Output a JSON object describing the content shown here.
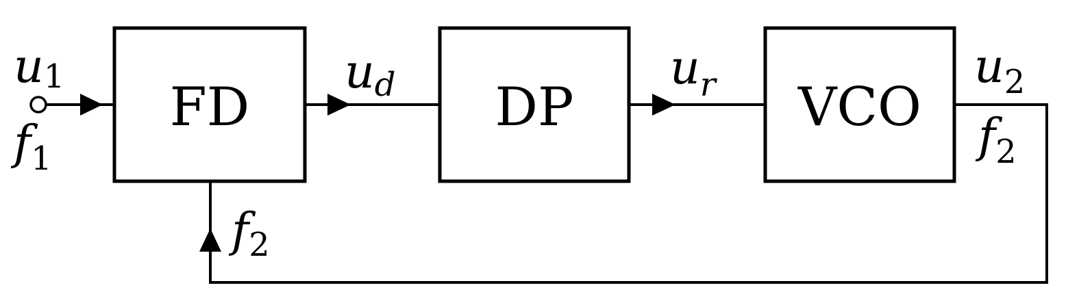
{
  "blocks": {
    "fd": "FD",
    "dp": "DP",
    "vco": "VCO"
  },
  "signals": {
    "u1": {
      "symbol": "u",
      "sub": "1"
    },
    "f1": {
      "symbol": "f",
      "sub": "1"
    },
    "ud": {
      "symbol": "u",
      "sub": "d"
    },
    "ur": {
      "symbol": "u",
      "sub": "r"
    },
    "u2": {
      "symbol": "u",
      "sub": "2"
    },
    "f2_out": {
      "symbol": "f",
      "sub": "2"
    },
    "f2_feedback": {
      "symbol": "f",
      "sub": "2"
    }
  }
}
